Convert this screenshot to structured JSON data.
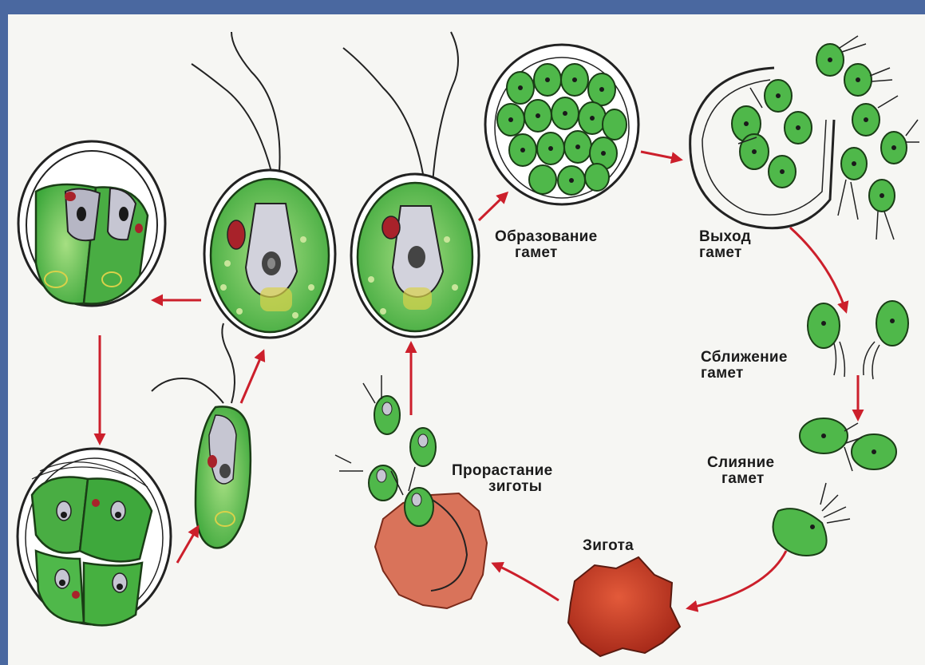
{
  "labels": {
    "gamete_formation": {
      "line1": "Образование",
      "line2": "гамет"
    },
    "gamete_exit": {
      "line1": "Выход",
      "line2": "гамет"
    },
    "gamete_approach": {
      "line1": "Сближение",
      "line2": "гамет"
    },
    "gamete_fusion": {
      "line1": "Слияние",
      "line2": "гамет"
    },
    "zygote": {
      "line1": "Зигота"
    },
    "zygote_germination": {
      "line1": "Прорастание",
      "line2": "зиготы"
    }
  },
  "colors": {
    "frame": "#4a68a0",
    "panel": "#f6f6f3",
    "cell_green": "#4fb84a",
    "cell_light": "#9bd77a",
    "nucleus": "#1a1a1a",
    "eyespot": "#a8222a",
    "arrow": "#cc1f2b",
    "zygote": "#c9402a",
    "germinating_zygote": "#d9735a"
  },
  "icons": {
    "arrow": "red-arrow-icon",
    "cell": "chlamydomonas-cell-icon"
  }
}
